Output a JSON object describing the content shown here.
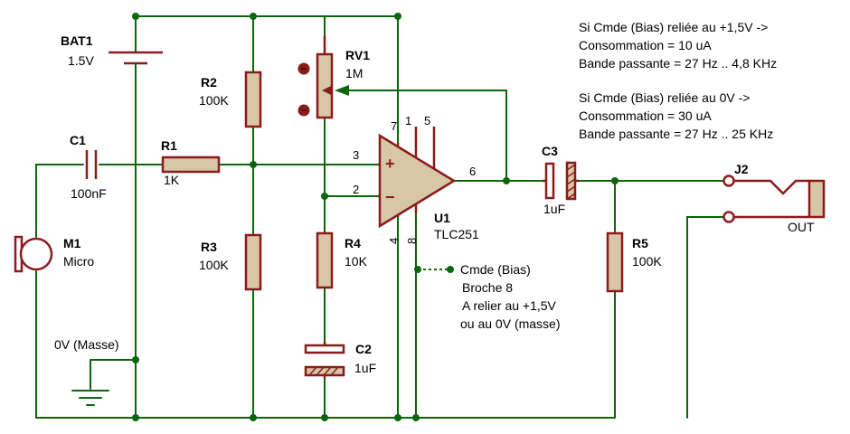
{
  "components": {
    "bat1": {
      "ref": "BAT1",
      "value": "1.5V"
    },
    "c1": {
      "ref": "C1",
      "value": "100nF"
    },
    "r1": {
      "ref": "R1",
      "value": "1K"
    },
    "r2": {
      "ref": "R2",
      "value": "100K"
    },
    "r3": {
      "ref": "R3",
      "value": "100K"
    },
    "rv1": {
      "ref": "RV1",
      "value": "1M"
    },
    "r4": {
      "ref": "R4",
      "value": "10K"
    },
    "c2": {
      "ref": "C2",
      "value": "1uF"
    },
    "u1": {
      "ref": "U1",
      "value": "TLC251"
    },
    "c3": {
      "ref": "C3",
      "value": "1uF"
    },
    "r5": {
      "ref": "R5",
      "value": "100K"
    },
    "m1": {
      "ref": "M1",
      "value": "Micro"
    },
    "j2": {
      "ref": "J2",
      "value": "OUT"
    }
  },
  "pins": {
    "p3": "3",
    "p2": "2",
    "p7": "7",
    "p1": "1",
    "p5": "5",
    "p6": "6",
    "p4": "4",
    "p8": "8",
    "plus": "+",
    "minus": "−"
  },
  "ground_label": "0V (Masse)",
  "cmde_note": {
    "line1": "Cmde (Bias)",
    "line2": "Broche 8",
    "line3": "A relier au +1,5V",
    "line4": "ou au 0V (masse)"
  },
  "notes": [
    "Si Cmde (Bias) reliée au +1,5V ->",
    "Consommation = 10 uA",
    "Bande passante = 27 Hz .. 4,8 KHz",
    "Si Cmde (Bias) reliée au 0V ->",
    "Consommation = 30 uA",
    "Bande passante = 27 Hz .. 25 KHz"
  ]
}
